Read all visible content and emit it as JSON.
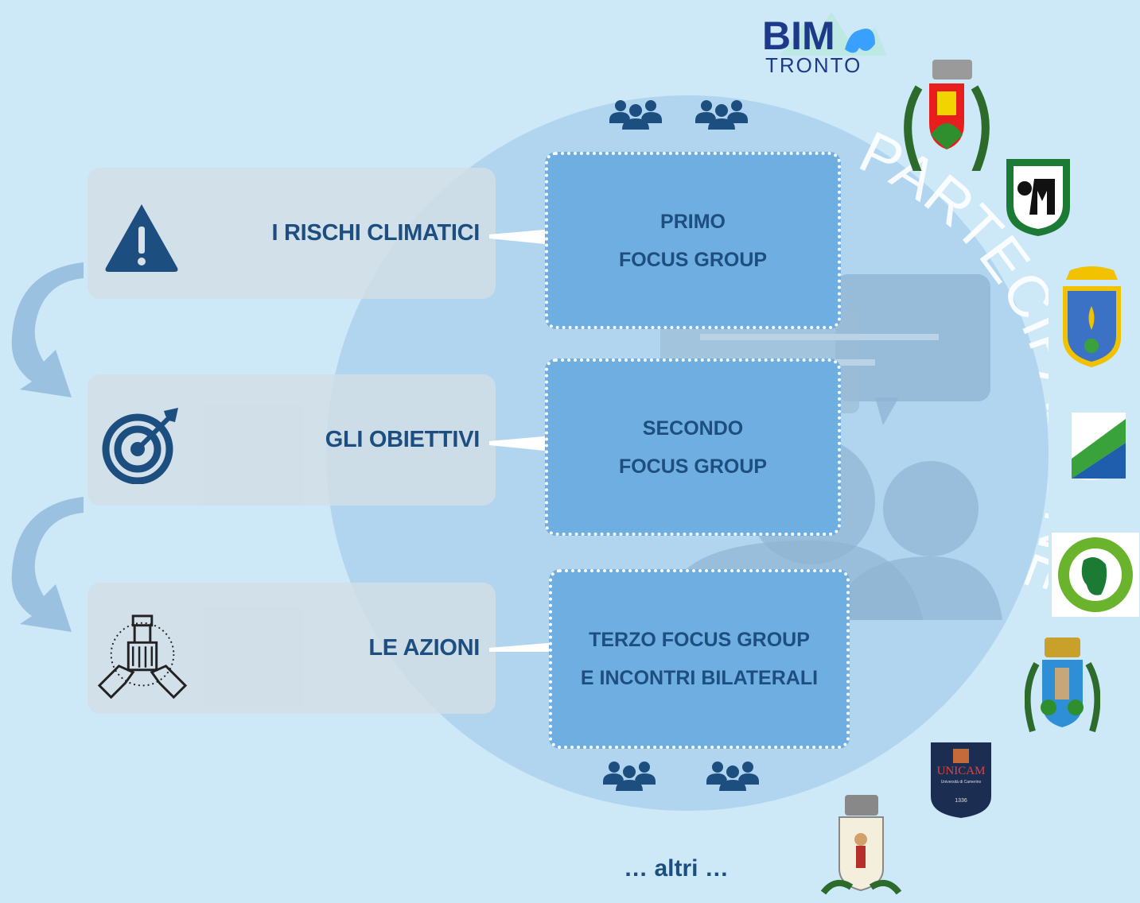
{
  "left_steps": [
    {
      "label": "I RISCHI CLIMATICI",
      "icon": "warning-icon"
    },
    {
      "label": "GLI OBIETTIVI",
      "icon": "target-icon"
    },
    {
      "label": "LE AZIONI",
      "icon": "teamwork-hands-icon"
    }
  ],
  "focus_groups": [
    {
      "line1": "PRIMO",
      "line2": "FOCUS GROUP"
    },
    {
      "line1": "SECONDO",
      "line2": "FOCUS GROUP"
    },
    {
      "line1": "TERZO FOCUS GROUP",
      "line2": "E INCONTRI BILATERALI"
    }
  ],
  "circle_title": "PARTECIPAZIONE",
  "logo_bim": {
    "line1": "BIM",
    "line2": "TRONTO"
  },
  "logo_unicam": {
    "name": "UNICAM",
    "subtitle": "Università di Camerino",
    "year": "1336"
  },
  "footer": "… altri …",
  "colors": {
    "background": "#cde8f7",
    "circle": "#b1d5ee",
    "focus_box": "#6faee0",
    "text": "#1d4e80",
    "pane": "#d2dee6"
  }
}
